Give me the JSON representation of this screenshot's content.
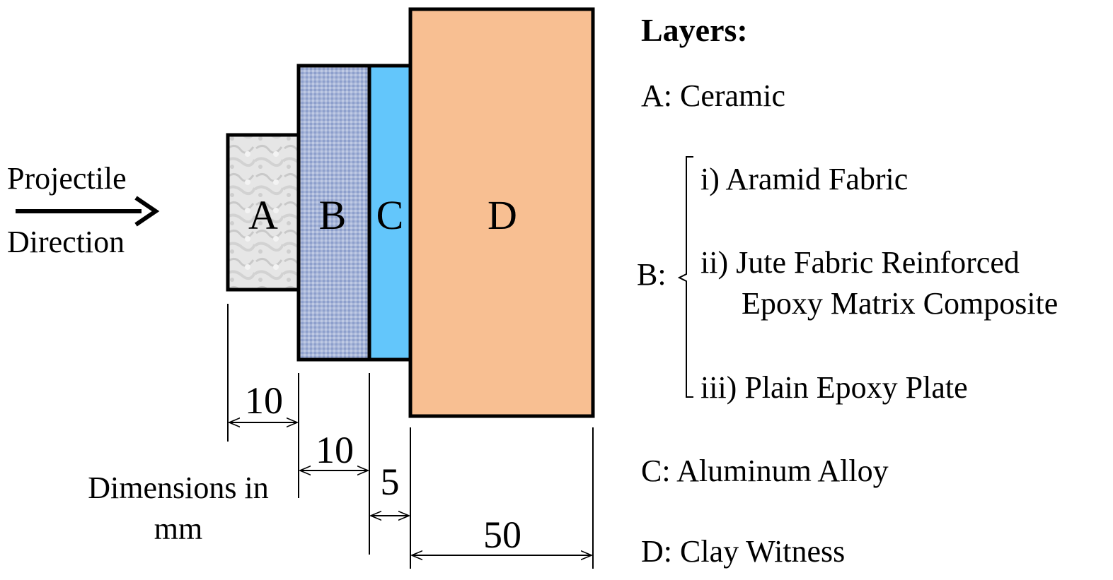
{
  "projectile": {
    "line1": "Projectile",
    "line2": "Direction"
  },
  "layers_block": {
    "A": {
      "label": "A",
      "fill": "#e3e3e3"
    },
    "B": {
      "label": "B",
      "fill": "#a4b3d6"
    },
    "C": {
      "label": "C",
      "fill": "#63c6fb"
    },
    "D": {
      "label": "D",
      "fill": "#f8bf92"
    }
  },
  "dimensions": {
    "A": "10",
    "B": "10",
    "C": "5",
    "D": "50",
    "note_line1": "Dimensions in",
    "note_line2": "mm"
  },
  "legend": {
    "title": "Layers:",
    "A": "A: Ceramic",
    "B_prefix": "B:",
    "B_items": [
      "i)  Aramid Fabric",
      "ii) Jute Fabric Reinforced",
      "Epoxy Matrix Composite",
      "iii) Plain Epoxy Plate"
    ],
    "C": "C:  Aluminum Alloy",
    "D": "D:  Clay Witness"
  }
}
